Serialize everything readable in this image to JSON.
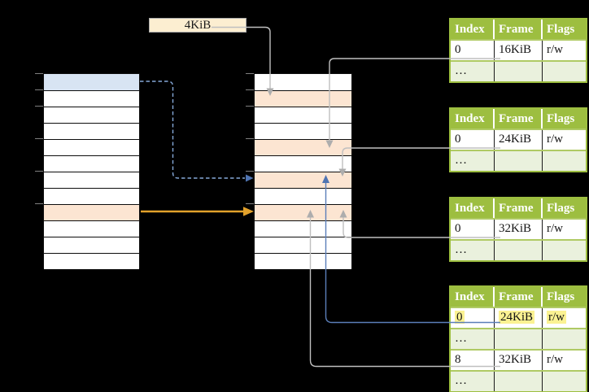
{
  "size_box": {
    "label": "4KiB"
  },
  "columns": {
    "left": {
      "row_count": 12,
      "fills": {
        "0": "blue",
        "8": "peach"
      },
      "ticks": [
        0,
        1,
        2,
        4,
        6,
        8
      ]
    },
    "middle": {
      "row_count": 12,
      "fills": {
        "1": "peach",
        "4": "peach",
        "6": "peach",
        "8": "peach"
      },
      "ticks": [
        0,
        1,
        2,
        4,
        6,
        8
      ]
    }
  },
  "tables": [
    {
      "name": "page-table-16kib",
      "headers": [
        "Index",
        "Frame",
        "Flags"
      ],
      "rows": [
        {
          "cells": [
            "0",
            "16KiB",
            "r/w"
          ],
          "shaded": false,
          "highlight": false
        },
        {
          "cells": [
            "…",
            "",
            ""
          ],
          "shaded": true,
          "highlight": false
        }
      ]
    },
    {
      "name": "page-table-24kib",
      "headers": [
        "Index",
        "Frame",
        "Flags"
      ],
      "rows": [
        {
          "cells": [
            "0",
            "24KiB",
            "r/w"
          ],
          "shaded": false,
          "highlight": false
        },
        {
          "cells": [
            "…",
            "",
            ""
          ],
          "shaded": true,
          "highlight": false
        }
      ]
    },
    {
      "name": "page-table-32kib",
      "headers": [
        "Index",
        "Frame",
        "Flags"
      ],
      "rows": [
        {
          "cells": [
            "0",
            "32KiB",
            "r/w"
          ],
          "shaded": false,
          "highlight": false
        },
        {
          "cells": [
            "…",
            "",
            ""
          ],
          "shaded": true,
          "highlight": false
        }
      ]
    },
    {
      "name": "page-table-mixed",
      "headers": [
        "Index",
        "Frame",
        "Flags"
      ],
      "rows": [
        {
          "cells": [
            "0",
            "24KiB",
            "r/w"
          ],
          "shaded": false,
          "highlight": true
        },
        {
          "cells": [
            "…",
            "",
            ""
          ],
          "shaded": true,
          "highlight": false
        },
        {
          "cells": [
            "8",
            "32KiB",
            "r/w"
          ],
          "shaded": false,
          "highlight": false
        },
        {
          "cells": [
            "…",
            "",
            ""
          ],
          "shaded": true,
          "highlight": false
        }
      ]
    }
  ],
  "connections": [
    {
      "from": "size-box-4kib",
      "to": "middle-column-row-1",
      "style": "solid",
      "color": "#BFBFBF"
    },
    {
      "from": "page-table-16kib-row-0",
      "to": "middle-column-row-4",
      "style": "solid",
      "color": "#BFBFBF"
    },
    {
      "from": "page-table-24kib-row-0",
      "to": "middle-column-row-6",
      "style": "solid",
      "color": "#BFBFBF"
    },
    {
      "from": "page-table-32kib-row-0",
      "to": "middle-column-row-8",
      "style": "solid",
      "color": "#BFBFBF"
    },
    {
      "from": "page-table-mixed-row-0",
      "to": "middle-column-row-6",
      "style": "solid",
      "color": "#5B7EB9"
    },
    {
      "from": "page-table-mixed-row-8",
      "to": "middle-column-row-8",
      "style": "solid",
      "color": "#BFBFBF"
    },
    {
      "from": "left-column-row-0",
      "to": "middle-column-row-6",
      "style": "dashed",
      "color": "#85A8D8"
    },
    {
      "from": "left-column-row-8",
      "to": "middle-column-row-8",
      "style": "solid",
      "color": "#E2A12B"
    }
  ],
  "colors": {
    "blue_row": "#D8E4F3",
    "peach_row": "#FCE5D2",
    "box_fill": "#FCEED1",
    "box_border": "#ABABAB",
    "table_green": "#9DBE40",
    "table_sep": "#AFCA64",
    "table_shade": "#EAF1DD",
    "highlight": "#FBF292",
    "gray": "#BFBFBF",
    "gray_head": "#ADADAD",
    "blue": "#5B7EB9",
    "blue_head": "#4F74B2",
    "blue_dash": "#85A8D8",
    "orange": "#E2A12B",
    "tick": "#7F7F7F"
  }
}
